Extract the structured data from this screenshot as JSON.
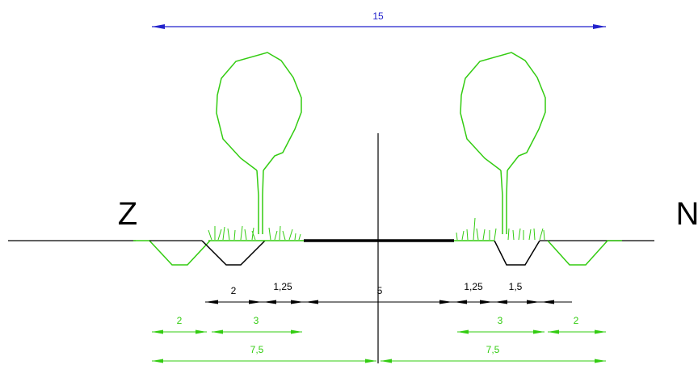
{
  "total_width_label": "15",
  "side_labels": {
    "left": "Z",
    "right": "N"
  },
  "black_dims": {
    "left_ditch": "2",
    "left_verge": "1,25",
    "carriageway": "5",
    "right_verge": "1,25",
    "right_ditch": "1,5"
  },
  "green_dims": {
    "left_outer": "2",
    "left_inner": "3",
    "right_inner": "3",
    "right_outer": "2",
    "left_half": "7,5",
    "right_half": "7,5"
  },
  "colors": {
    "blue_dim": "#2222cc",
    "green": "#33cc11",
    "black": "#000000"
  }
}
